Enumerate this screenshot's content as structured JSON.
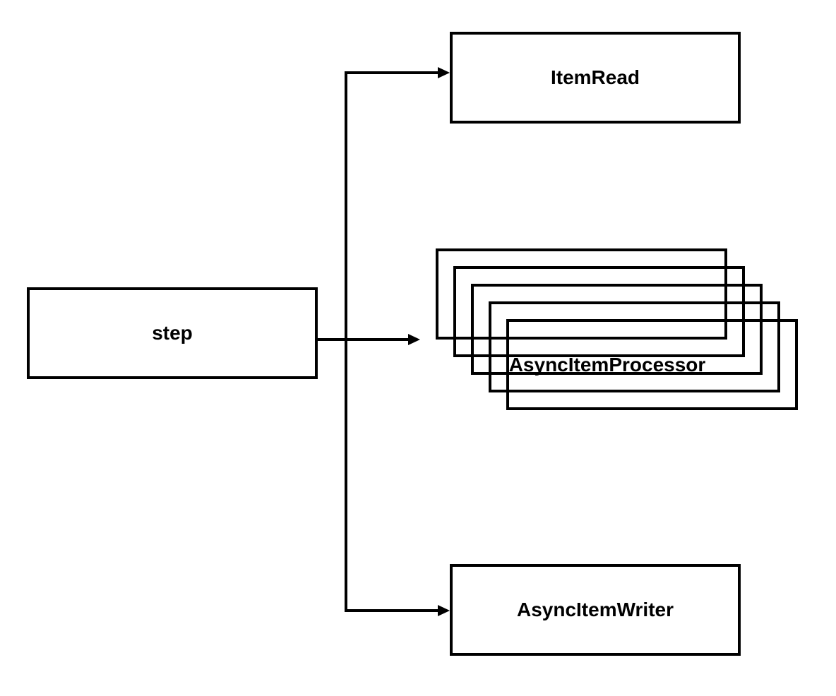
{
  "diagram": {
    "background_color": "#ffffff",
    "line_color": "#000000",
    "text_color": "#000000",
    "nodes": {
      "step": {
        "label": "step"
      },
      "reader": {
        "label": "ItemRead"
      },
      "processor": {
        "label": "AsyncItemProcessor",
        "stacked_instances": 5
      },
      "writer": {
        "label": "AsyncItemWriter"
      }
    },
    "edges": [
      {
        "from": "step",
        "to": "ItemRead"
      },
      {
        "from": "step",
        "to": "AsyncItemProcessor"
      },
      {
        "from": "step",
        "to": "AsyncItemWriter"
      }
    ]
  }
}
